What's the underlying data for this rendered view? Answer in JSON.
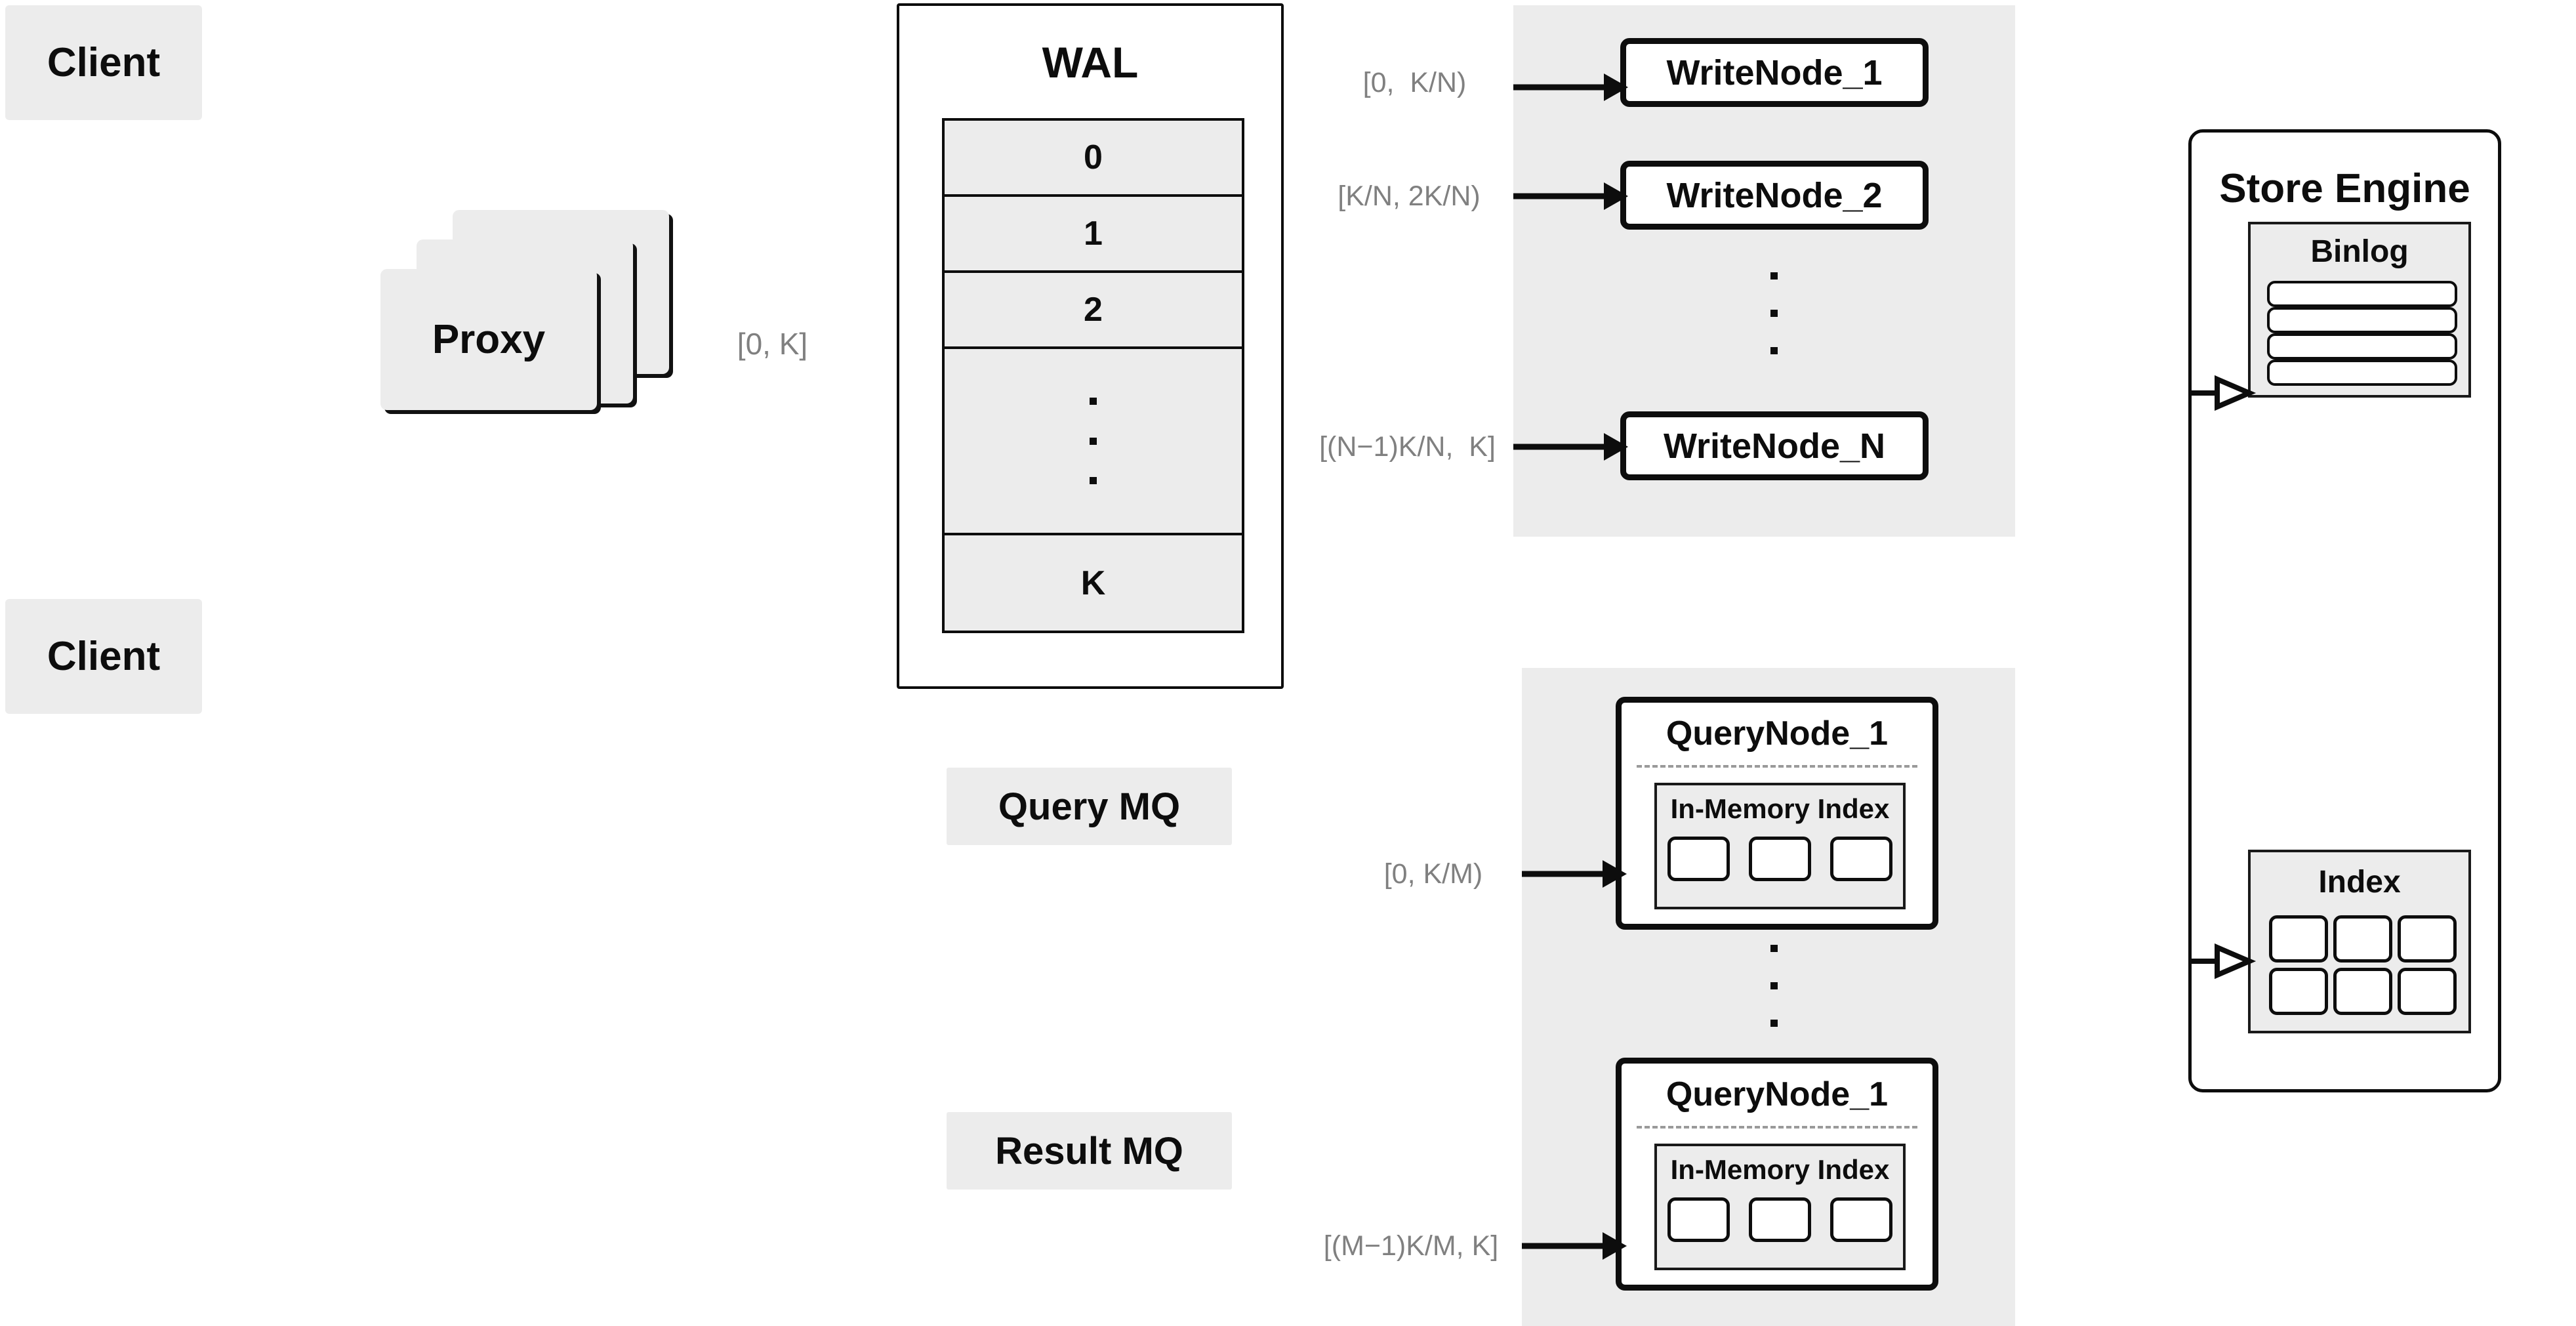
{
  "diagram": {
    "title": "Distributed write/query engine architecture",
    "colors": {
      "background": "#ffffff",
      "panel_gray": "#ececec",
      "stroke": "#0d0d0d",
      "label_text": "#808080",
      "dashed_separator": "#9a9a9a"
    }
  },
  "clients": [
    {
      "label": "Client"
    },
    {
      "label": "Client"
    }
  ],
  "proxy": {
    "label": "Proxy",
    "stack_count": 3,
    "range_label": "[0, K]"
  },
  "wal": {
    "title": "WAL",
    "rows": [
      {
        "label": "0"
      },
      {
        "label": "1"
      },
      {
        "label": "2"
      },
      {
        "label": "",
        "dots": true
      },
      {
        "label": "K"
      }
    ]
  },
  "queues": [
    {
      "label": "Query MQ"
    },
    {
      "label": "Result MQ"
    }
  ],
  "write_cluster": {
    "nodes": [
      {
        "label": "WriteNode_1",
        "range_label": "[0,  K/N)"
      },
      {
        "label": "WriteNode_2",
        "range_label": "[K/N, 2K/N)"
      },
      {
        "label": "WriteNode_N",
        "range_label": "[(N−1)K/N,  K]"
      }
    ],
    "ellipsis_dots": 3
  },
  "query_cluster": {
    "nodes": [
      {
        "label": "QueryNode_1",
        "range_label": "[0, K/M)",
        "index": {
          "title": "In-Memory Index",
          "segment_count": 3
        }
      },
      {
        "label": "QueryNode_1",
        "range_label": "[(M−1)K/M, K]",
        "index": {
          "title": "In-Memory Index",
          "segment_count": 3
        }
      }
    ],
    "ellipsis_dots": 3
  },
  "store_engine": {
    "title": "Store Engine",
    "binlog": {
      "title": "Binlog",
      "entry_count": 4
    },
    "index": {
      "title": "Index",
      "cell_count": 6,
      "rows": 2,
      "cols": 3
    }
  }
}
